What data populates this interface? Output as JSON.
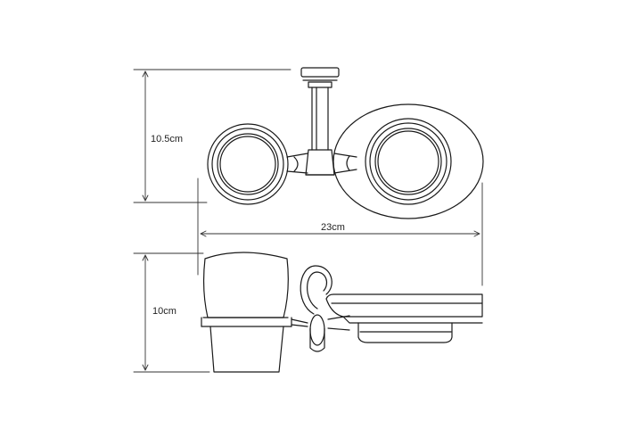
{
  "dimensions": {
    "height_top": "10.5cm",
    "width": "23cm",
    "height_bottom": "10cm"
  },
  "colors": {
    "stroke": "#1a1a1a",
    "dimension_line": "#333333"
  }
}
